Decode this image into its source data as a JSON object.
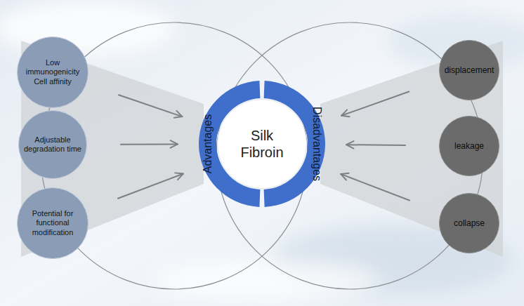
{
  "diagram": {
    "nodes": [
      {
        "text": [
          "Low immunogenicity Cell affinity"
        ]
      },
      {
        "text": [
          "Adjustable degradation time"
        ]
      },
      {
        "text": [
          "Potential for functional modification"
        ]
      },
      {
        "text": [
          "Advantages"
        ]
      },
      {
        "text": [
          "Silk Fibroin"
        ]
      },
      {
        "text": [
          "Disadvantages"
        ]
      },
      {
        "text": [
          "displacement"
        ]
      },
      {
        "text": [
          "leakage"
        ]
      },
      {
        "text": [
          "collapse"
        ]
      }
    ],
    "edges": [
      {
        "from": 0,
        "to": 3,
        "arrow": "to"
      },
      {
        "from": 1,
        "to": 3,
        "arrow": "to"
      },
      {
        "from": 2,
        "to": 3,
        "arrow": "to"
      },
      {
        "from": 6,
        "to": 5,
        "arrow": "to"
      },
      {
        "from": 7,
        "to": 5,
        "arrow": "to"
      },
      {
        "from": 8,
        "to": 5,
        "arrow": "to"
      }
    ]
  }
}
